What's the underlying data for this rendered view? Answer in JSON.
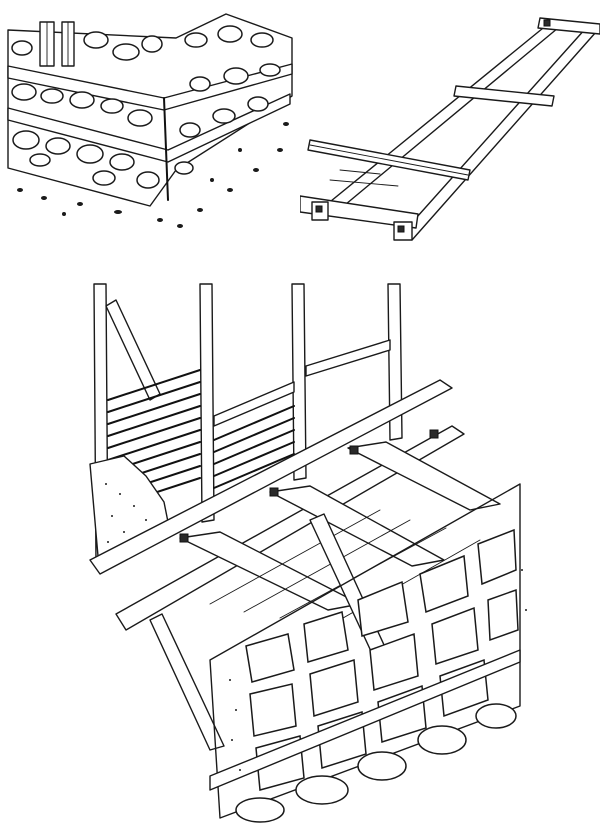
{
  "figure": {
    "panels": [
      {
        "id": "stone-wall-corner",
        "icon": "stone-wall-illustration"
      },
      {
        "id": "sill-frame",
        "icon": "timber-sill-frame-illustration"
      },
      {
        "id": "timber-frame-on-stone-foundation",
        "icon": "timber-frame-illustration"
      }
    ]
  }
}
